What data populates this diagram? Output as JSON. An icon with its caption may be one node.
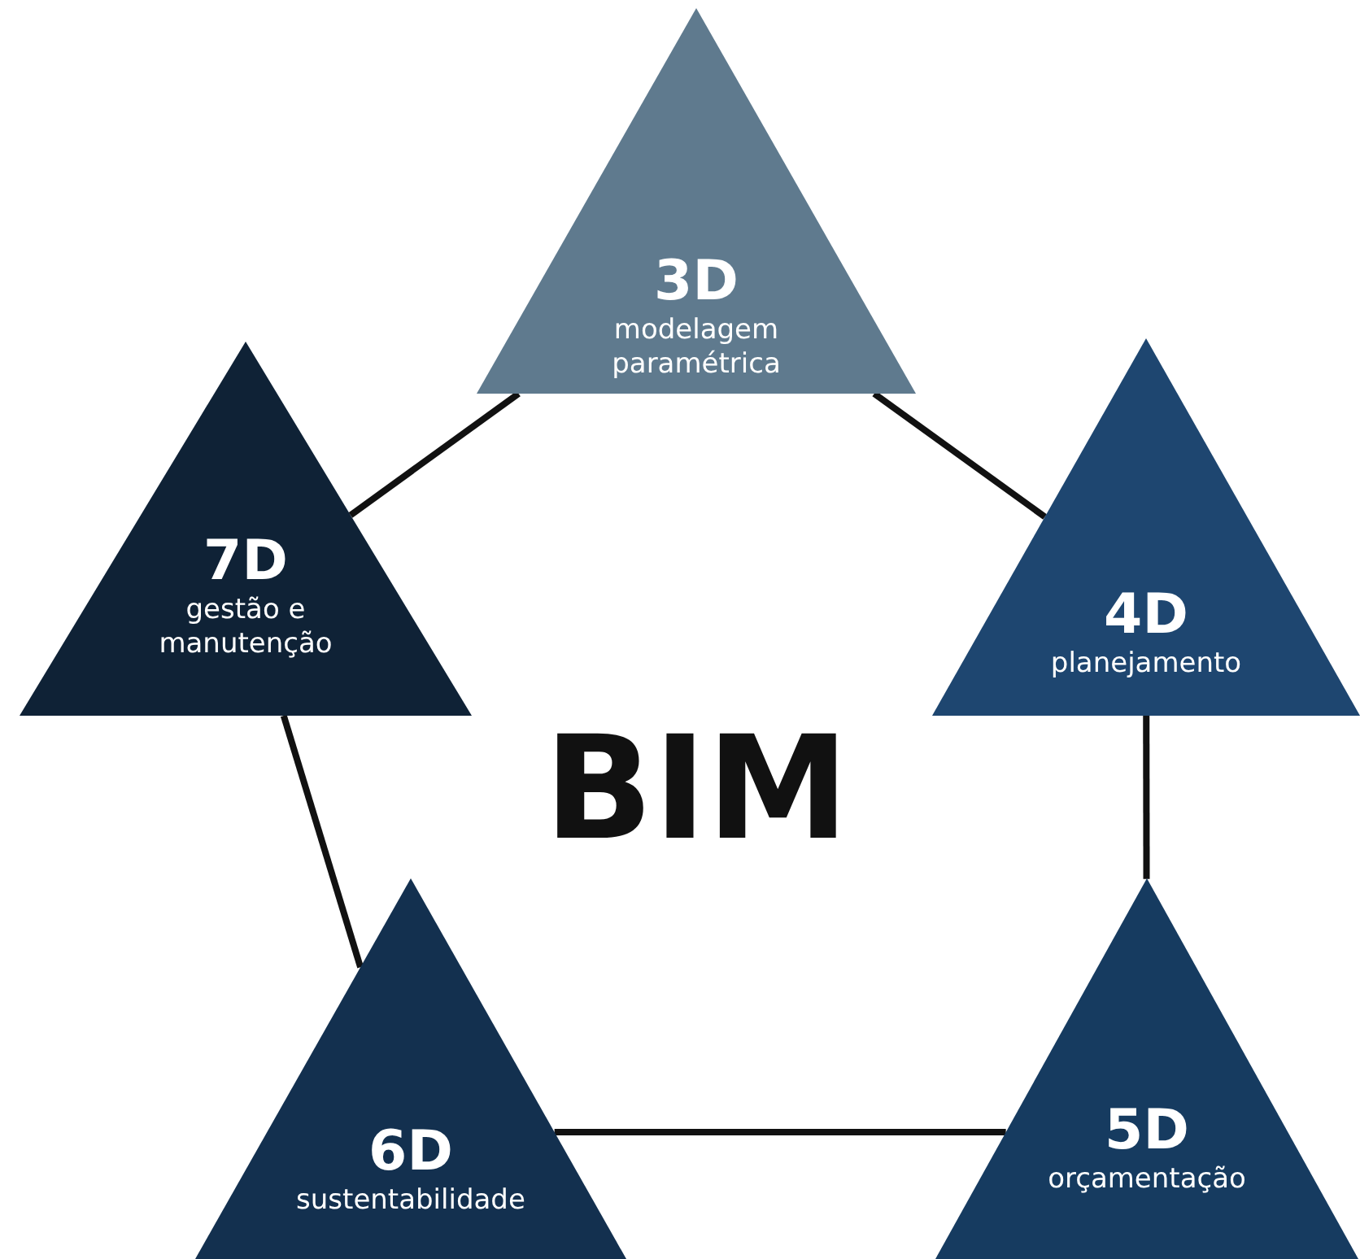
{
  "diagram": {
    "nodes": [
      {
        "text": [
          "3D",
          "modelagem paramétrica"
        ]
      },
      {
        "text": [
          "4D",
          "planejamento"
        ]
      },
      {
        "text": [
          "5D",
          "orçamentação"
        ]
      },
      {
        "text": [
          "6D",
          "sustentabilidade"
        ]
      },
      {
        "text": [
          "7D",
          "gestão e manutenção"
        ]
      }
    ],
    "edges": [
      {
        "from": 0,
        "to": 1,
        "arrow": "none"
      },
      {
        "from": 1,
        "to": 2,
        "arrow": "none"
      },
      {
        "from": 2,
        "to": 3,
        "arrow": "none"
      },
      {
        "from": 3,
        "to": 4,
        "arrow": "none"
      },
      {
        "from": 4,
        "to": 0,
        "arrow": "none"
      }
    ],
    "labels": [
      "BIM"
    ]
  }
}
